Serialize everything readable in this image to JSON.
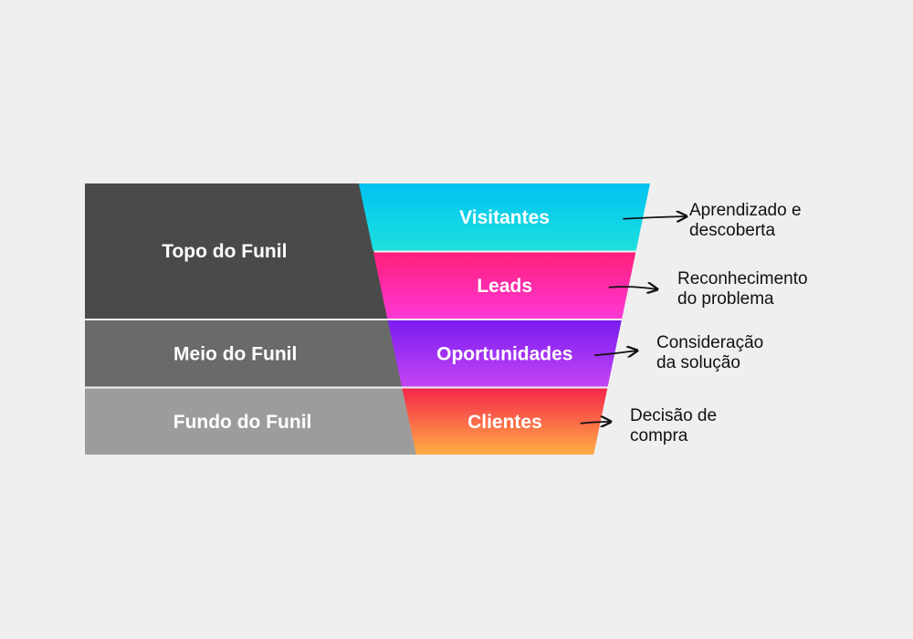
{
  "funnel": {
    "stages": [
      {
        "label": "Topo do Funil",
        "color": "#4a4a4a",
        "layers": [
          {
            "label": "Visitantes",
            "gradient": [
              "#00c2f2",
              "#1de0de"
            ],
            "note": [
              "Aprendizado e",
              "descoberta"
            ]
          },
          {
            "label": "Leads",
            "gradient": [
              "#ff1f7a",
              "#ff38d6"
            ],
            "note": [
              "Reconhecimento",
              "do problema"
            ]
          }
        ]
      },
      {
        "label": "Meio do Funil",
        "color": "#6a6a6a",
        "layers": [
          {
            "label": "Oportunidades",
            "gradient": [
              "#7a1cf0",
              "#c445f5"
            ],
            "note": [
              "Consideração",
              "da solução"
            ]
          }
        ]
      },
      {
        "label": "Fundo do Funil",
        "color": "#9c9c9c",
        "layers": [
          {
            "label": "Clientes",
            "gradient": [
              "#f5264a",
              "#ffae45"
            ],
            "note": [
              "Decisão de",
              "compra"
            ]
          }
        ]
      }
    ]
  }
}
